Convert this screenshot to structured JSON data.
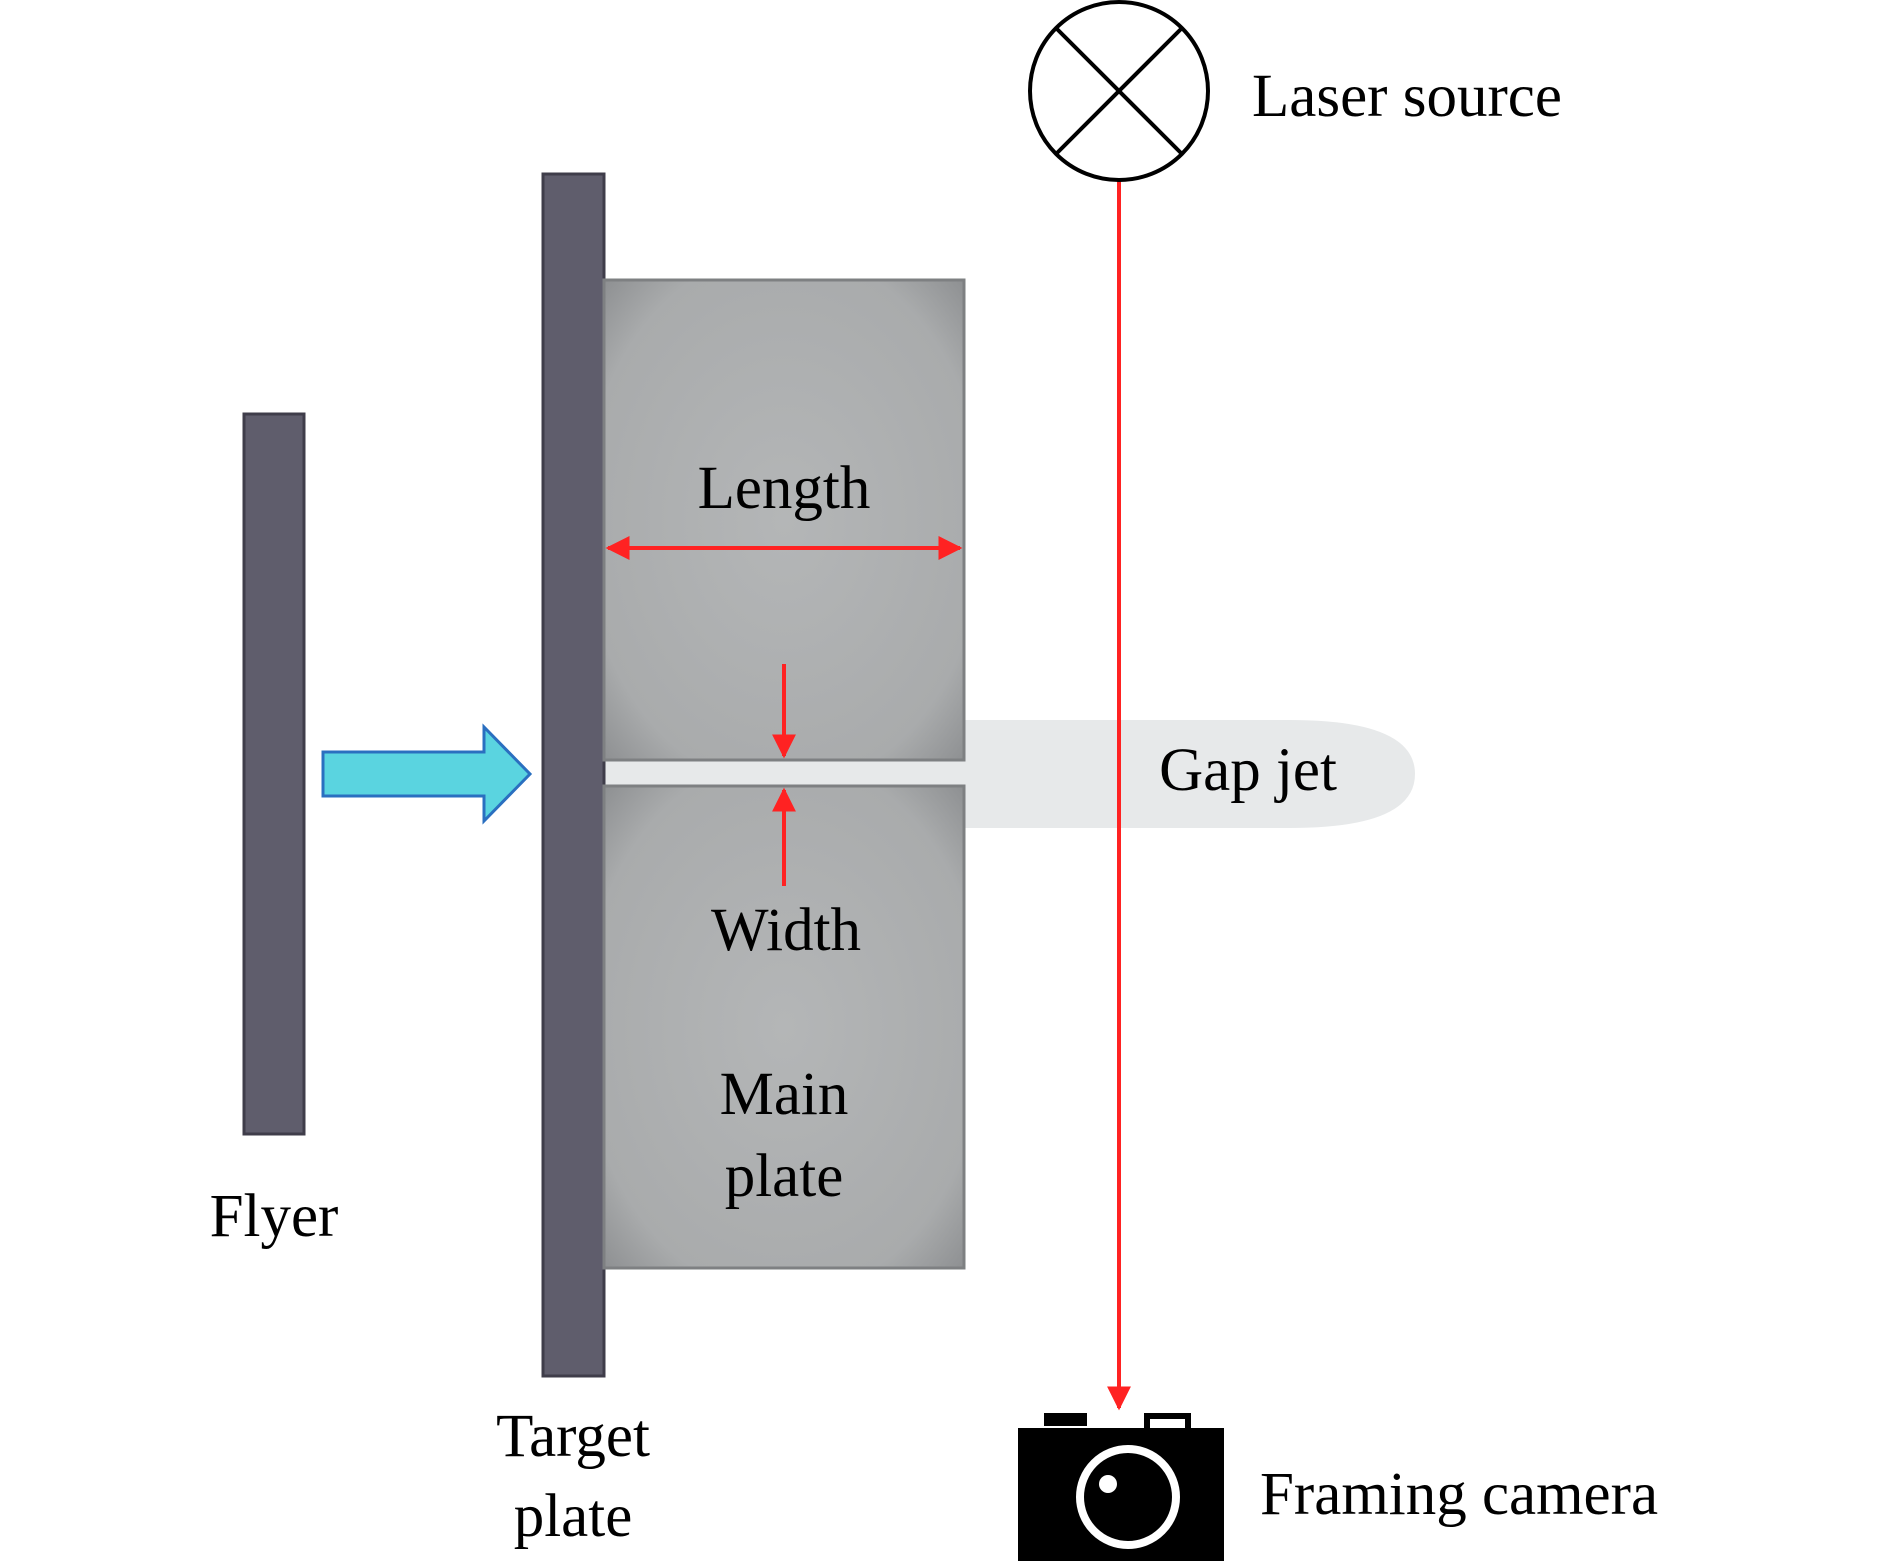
{
  "labels": {
    "laser_source": "Laser source",
    "length": "Length",
    "gap_jet": "Gap jet",
    "width": "Width",
    "main_plate_line1": "Main",
    "main_plate_line2": "plate",
    "flyer": "Flyer",
    "target_plate_line1": "Target",
    "target_plate_line2": "plate",
    "framing_camera": "Framing camera"
  },
  "colors": {
    "plate_dark": "#5f5d6c",
    "plate_dark_edge": "#3f3d4a",
    "main_plate": "#a9abac",
    "main_plate_edge": "#7e8082",
    "gap_jet": "#e7e9ea",
    "laser_line": "#ff2222",
    "dimension_arrow": "#ff2222",
    "impact_arrow_fill": "#5ad4e0",
    "impact_arrow_stroke": "#2a6fc0",
    "camera": "#000000"
  },
  "icons": {
    "laser_source": "circle-cross-icon",
    "framing_camera": "camera-icon",
    "impact_direction": "arrow-right-icon"
  }
}
